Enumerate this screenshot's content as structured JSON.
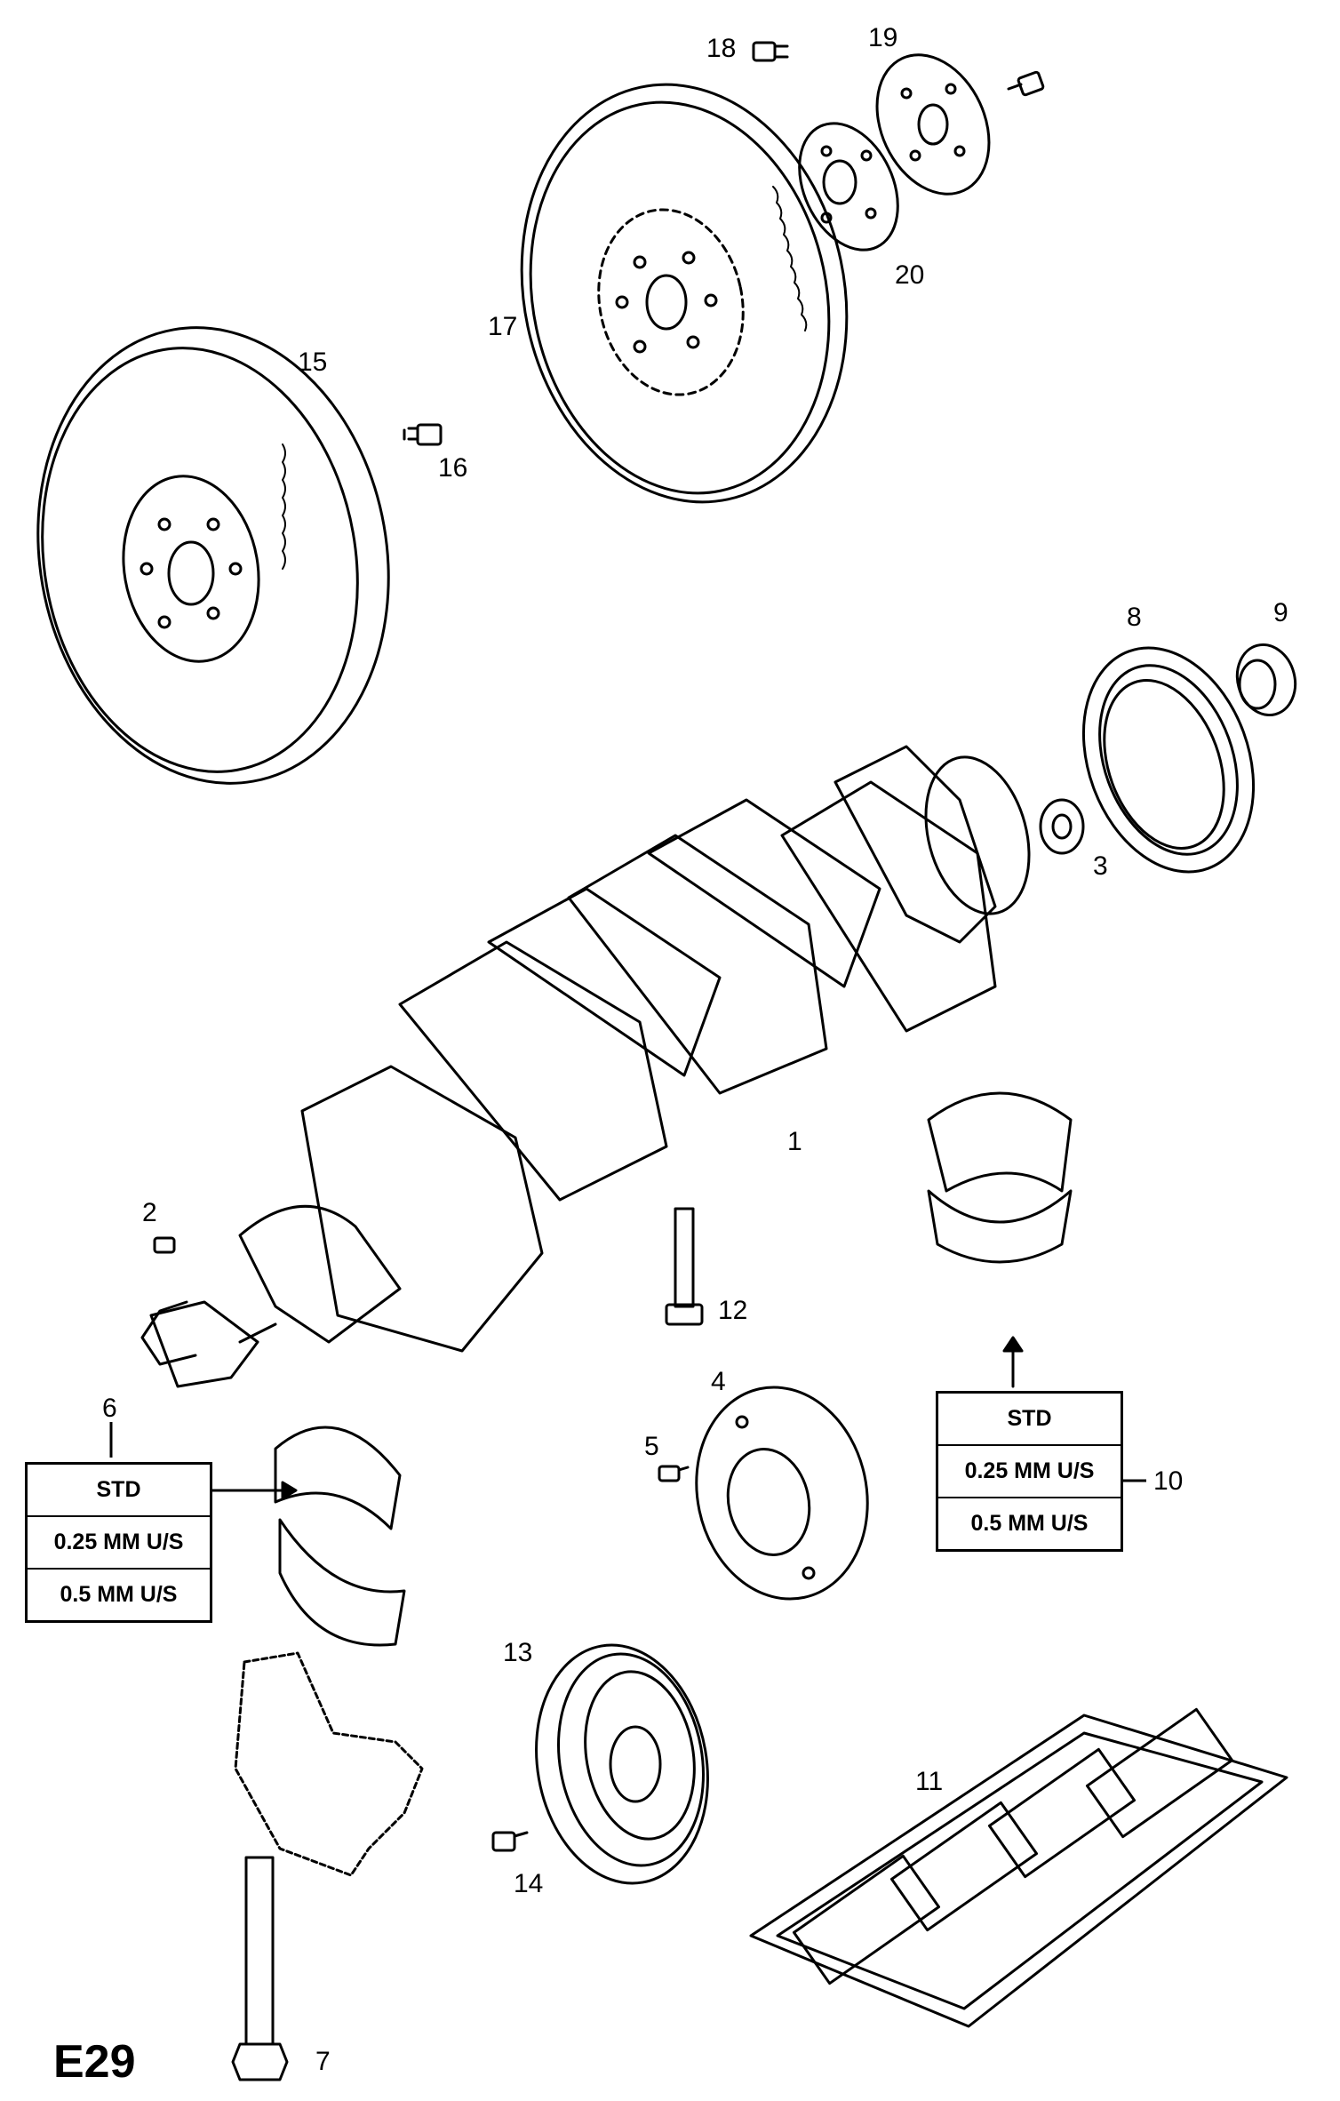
{
  "figure_code": "E29",
  "callouts": {
    "p1": "1",
    "p2": "2",
    "p3": "3",
    "p4": "4",
    "p5": "5",
    "p6": "6",
    "p7": "7",
    "p8": "8",
    "p9": "9",
    "p10": "10",
    "p11": "11",
    "p12": "12",
    "p13": "13",
    "p14": "14",
    "p15": "15",
    "p16": "16",
    "p17": "17",
    "p18": "18",
    "p19": "19",
    "p20": "20"
  },
  "spec_box_left": [
    "STD",
    "0.25 MM U/S",
    "0.5 MM U/S"
  ],
  "spec_box_right": [
    "STD",
    "0.25 MM U/S",
    "0.5 MM U/S"
  ]
}
